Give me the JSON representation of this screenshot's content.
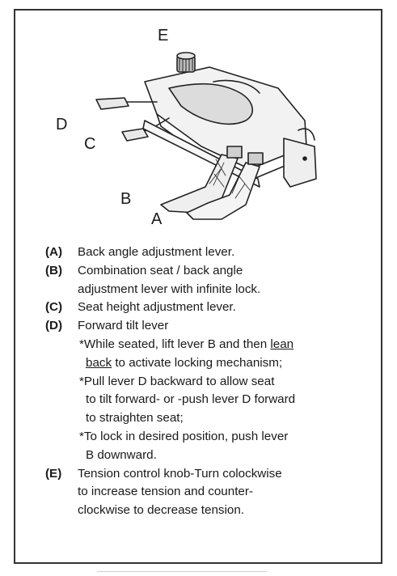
{
  "diagram": {
    "labels": {
      "e": "E",
      "d": "D",
      "c": "C",
      "b": "B",
      "a": "A"
    }
  },
  "items": [
    {
      "key": "(A)",
      "lines": [
        "Back angle adjustment lever."
      ]
    },
    {
      "key": "(B)",
      "lines": [
        "Combination seat / back angle",
        "adjustment lever with infinite lock."
      ]
    },
    {
      "key": "(C)",
      "lines": [
        "Seat height adjustment lever."
      ]
    },
    {
      "key": "(D)",
      "lines": [
        "Forward tilt lever"
      ]
    }
  ],
  "notes": {
    "n1_pre": "*While seated, lift lever B and then ",
    "n1_u1": "lean",
    "n1_u2": "back",
    "n1_post": " to activate locking mechanism;",
    "n2_l1": "*Pull lever D backward to allow seat",
    "n2_l2": "to tilt forward- or -push lever D forward",
    "n2_l3": "to straighten seat;",
    "n3_l1": "*To lock in desired position, push lever",
    "n3_l2": "B downward."
  },
  "item_e": {
    "key": "(E)",
    "l1": "Tension control knob-Turn colockwise",
    "l2": "to increase tension and counter-",
    "l3": "clockwise to decrease tension."
  }
}
